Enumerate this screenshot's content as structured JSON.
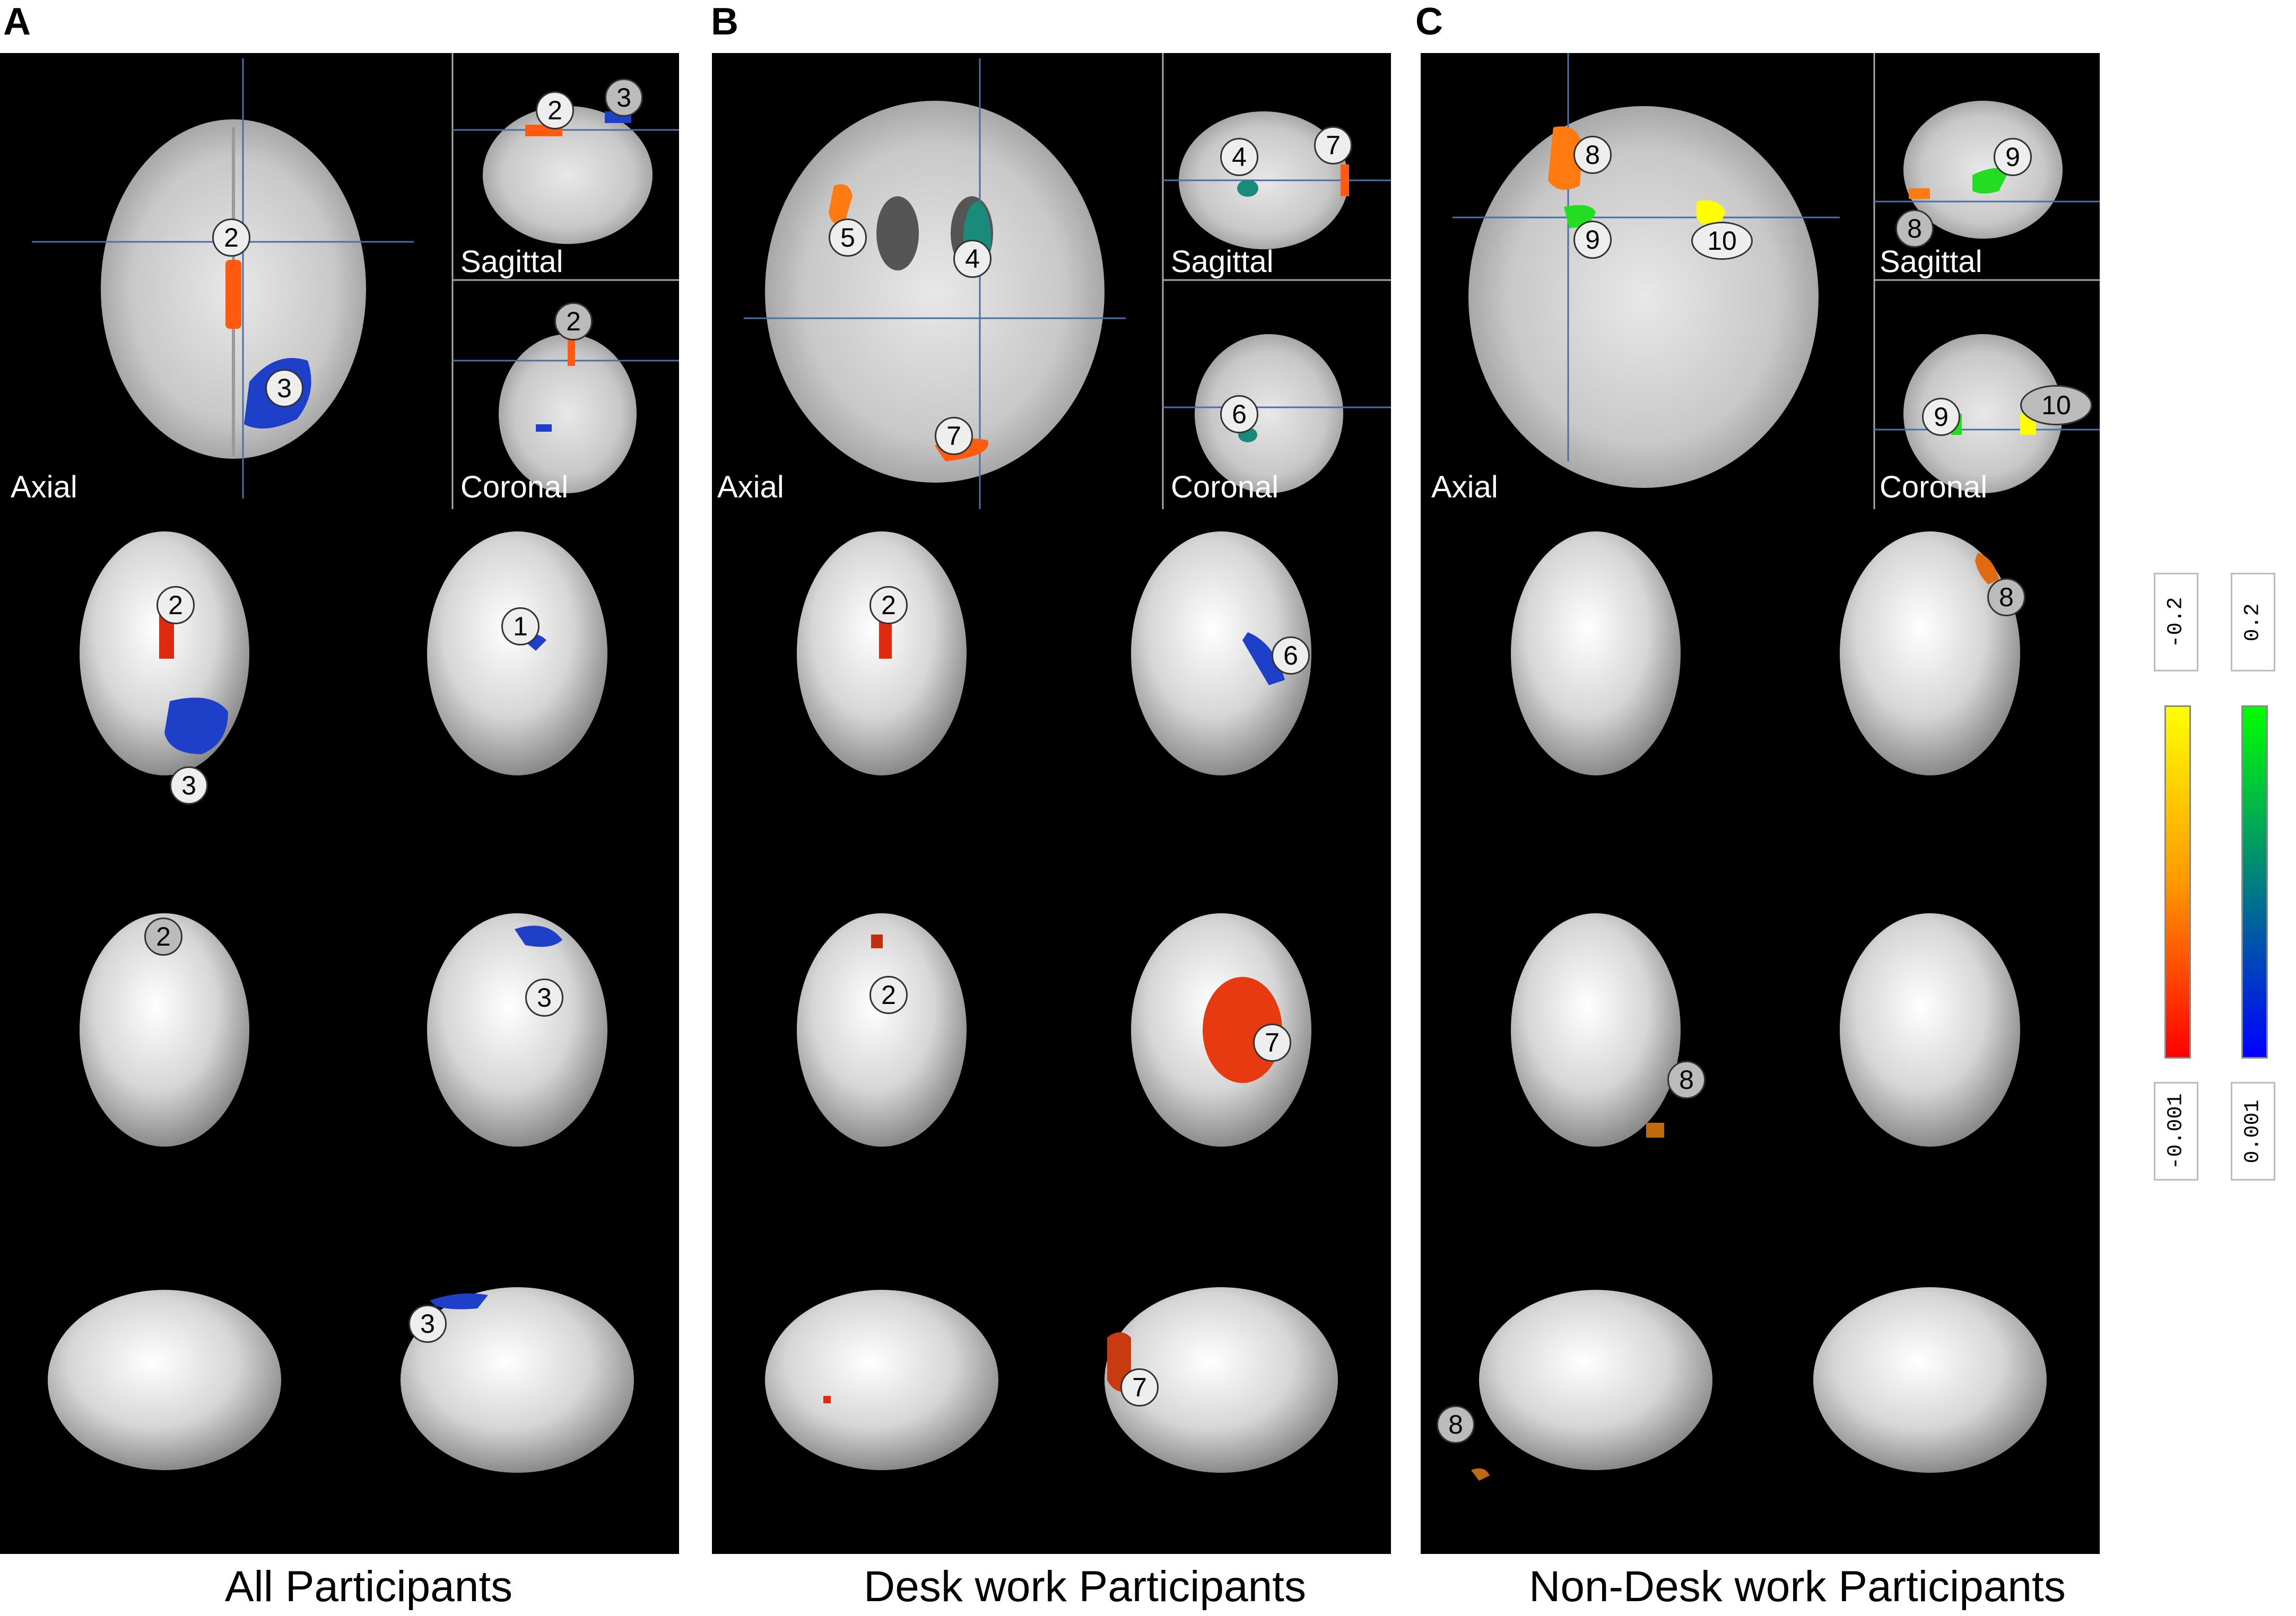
{
  "panels": [
    {
      "letter": "A",
      "caption": "All Participants"
    },
    {
      "letter": "B",
      "caption": "Desk work Participants"
    },
    {
      "letter": "C",
      "caption": "Non-Desk work Participants"
    }
  ],
  "views": {
    "axial": "Axial",
    "sagittal": "Sagittal",
    "coronal": "Coronal"
  },
  "markers": {
    "m1": "1",
    "m2": "2",
    "m3": "3",
    "m4": "4",
    "m5": "5",
    "m6": "6",
    "m7": "7",
    "m8": "8",
    "m9": "9",
    "m10": "10"
  },
  "scales": {
    "warm": {
      "top": "-0.2",
      "bottom": "-0.001",
      "colors": [
        "#ffff00",
        "#ff9900",
        "#ff0000"
      ]
    },
    "cool": {
      "top": "0.2",
      "bottom": "0.001",
      "colors": [
        "#00ff00",
        "#008080",
        "#0000ff"
      ]
    }
  },
  "colors": {
    "orange": "#ff5a10",
    "blue": "#1e3fc8",
    "teal": "#1a8a7a",
    "yellow": "#ffff00",
    "green": "#22dd22"
  }
}
